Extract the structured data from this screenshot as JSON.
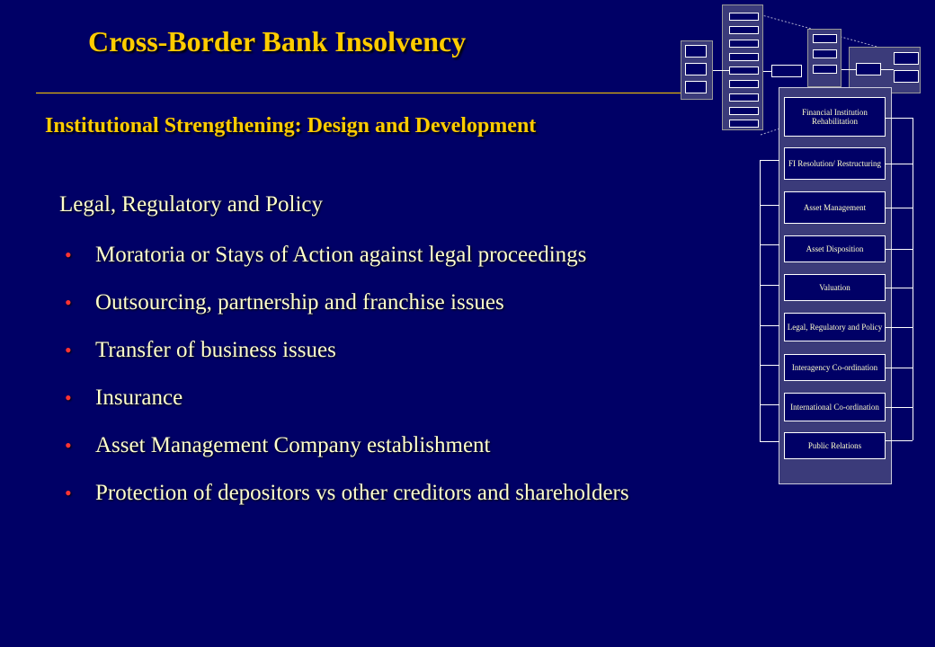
{
  "header": {
    "title": "Cross-Border Bank Insolvency",
    "subtitle": "Institutional Strengthening: Design and Development"
  },
  "content": {
    "section_heading": "Legal, Regulatory and Policy",
    "bullets": [
      "Moratoria or Stays of Action against legal proceedings",
      "Outsourcing, partnership and franchise issues",
      "Transfer of business issues",
      "Insurance",
      "Asset Management Company establishment",
      "Protection of depositors vs other creditors and shareholders"
    ]
  },
  "diagram": {
    "items": [
      "Financial Institution Rehabilitation",
      "FI Resolution/ Restructuring",
      "Asset Management",
      "Asset Disposition",
      "Valuation",
      "Legal, Regulatory and Policy",
      "Interagency Co-ordination",
      "International Co-ordination",
      "Public Relations"
    ]
  },
  "colors": {
    "background": "#000066",
    "title": "#FFCC00",
    "body_text": "#FFFFCC",
    "bullet": "#FF3333"
  }
}
